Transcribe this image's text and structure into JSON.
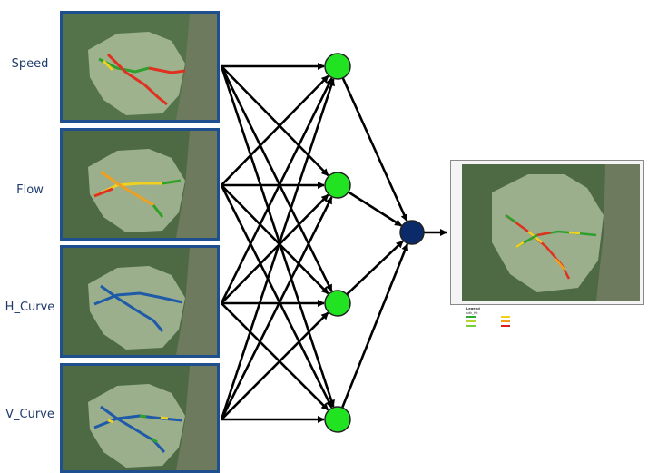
{
  "inputs": [
    {
      "label": "Speed"
    },
    {
      "label": "Flow"
    },
    {
      "label": "H_Curve"
    },
    {
      "label": "V_Curve"
    }
  ],
  "colors": {
    "frame": "#1f4f8f",
    "label": "#1f3b6b",
    "hidden_node": "#22e322",
    "output_node": "#0b2a6a",
    "edge": "#000000"
  },
  "output_legend": {
    "title": "Legend",
    "subtitle": "sdk_fst",
    "items": [
      "",
      "",
      "",
      "",
      "",
      ""
    ],
    "swatch_colors": [
      "#2eaa2e",
      "#f2d21a",
      "#b8d432",
      "#f29a1a",
      "#e64a1a",
      "#d81e1e"
    ]
  }
}
